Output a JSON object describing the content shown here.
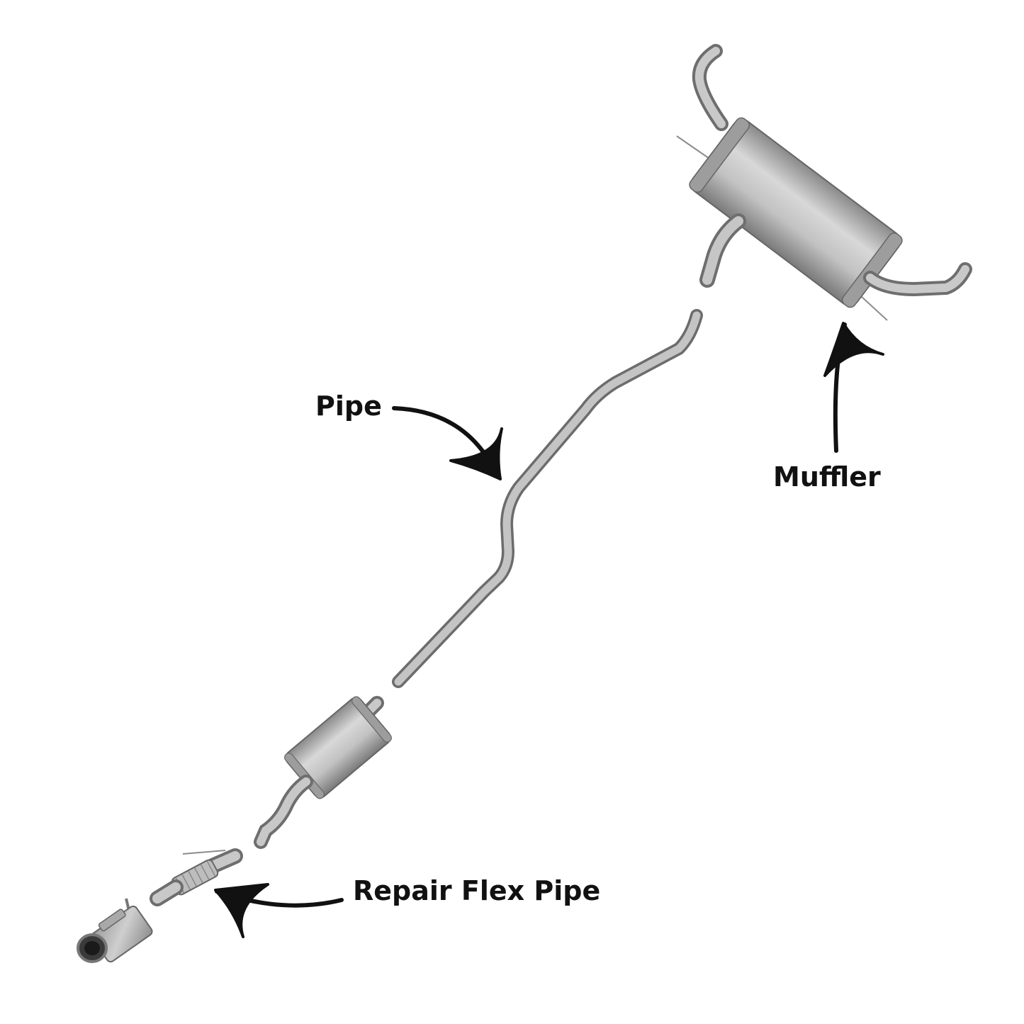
{
  "labels": {
    "pipe": "Pipe",
    "muffler": "Muffler",
    "repair_flex_pipe": "Repair Flex Pipe"
  },
  "colors": {
    "metal_light": "#d4d4d4",
    "metal_mid": "#a8a8a8",
    "metal_dark": "#6c6c6c",
    "arrow": "#111111",
    "background": "#ffffff"
  }
}
